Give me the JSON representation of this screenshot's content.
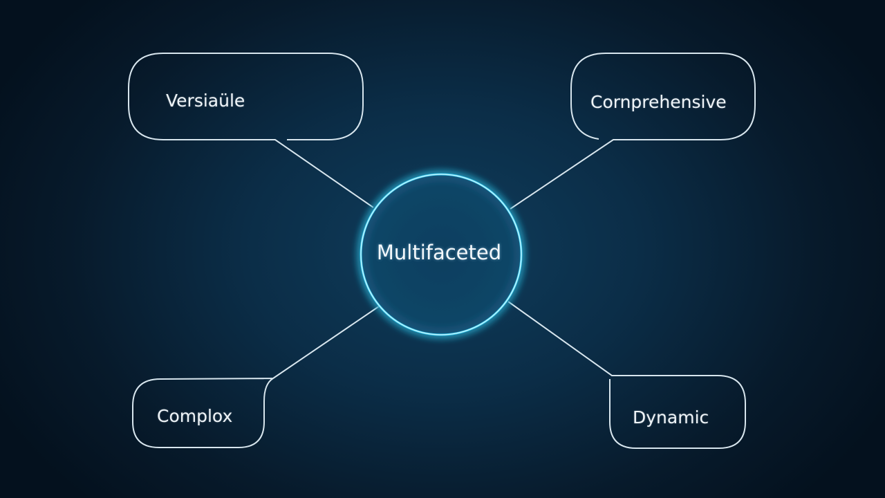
{
  "diagram": {
    "center": {
      "label": "Multifaceted",
      "glow_color": "#2ec8f0"
    },
    "nodes": [
      {
        "position": "top-left",
        "label": "Versiaüle"
      },
      {
        "position": "top-right",
        "label": "Cornprehensive"
      },
      {
        "position": "bottom-left",
        "label": "Complox"
      },
      {
        "position": "bottom-right",
        "label": "Dynamic"
      }
    ],
    "colors": {
      "background": "#0b2d47",
      "stroke": "#d8e6ee"
    }
  }
}
